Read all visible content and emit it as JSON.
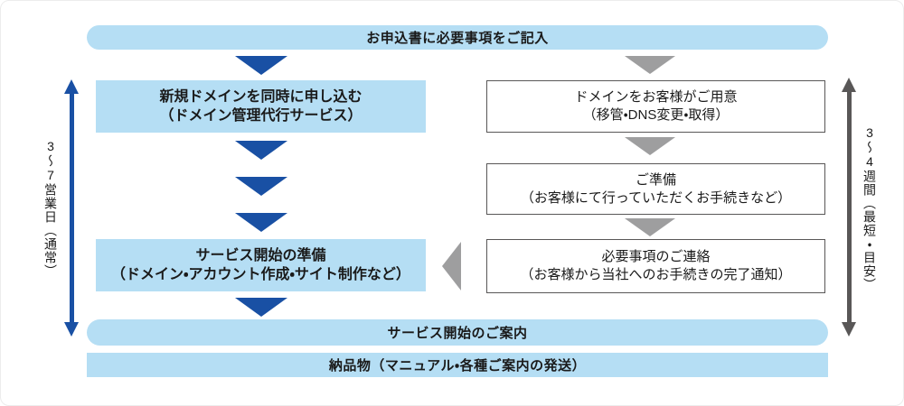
{
  "colors": {
    "light_blue": "#b5def4",
    "dark_blue": "#1950a4",
    "gray": "#9e9e9f",
    "dark_gray": "#595757",
    "text": "#1a1a1a"
  },
  "flow": {
    "header": {
      "label": "お申込書に必要事項をご記入"
    },
    "left_track": {
      "apply_box": {
        "line1": "新規ドメインを同時に申し込む",
        "line2": "（ドメイン管理代行サービス）"
      },
      "prep_box": {
        "line1": "サービス開始の準備",
        "line2": "（ドメイン・アカウント作成・サイト制作など）"
      },
      "duration": "3〜7営業日（通常）"
    },
    "right_track": {
      "domain_box": {
        "line1": "ドメインをお客様がご用意",
        "line2": "（移管・DNS変更・取得）"
      },
      "prepare_box": {
        "line1": "ご準備",
        "line2": "（お客様にて行っていただくお手続きなど）"
      },
      "notify_box": {
        "line1": "必要事項のご連絡",
        "line2": "（お客様から当社へのお手続きの完了通知）"
      },
      "duration": "3〜4週間（最短・目安）"
    },
    "footer": {
      "label": "サービス開始のご案内"
    },
    "delivery": {
      "label": "納品物（マニュアル・各種ご案内の発送）"
    }
  }
}
